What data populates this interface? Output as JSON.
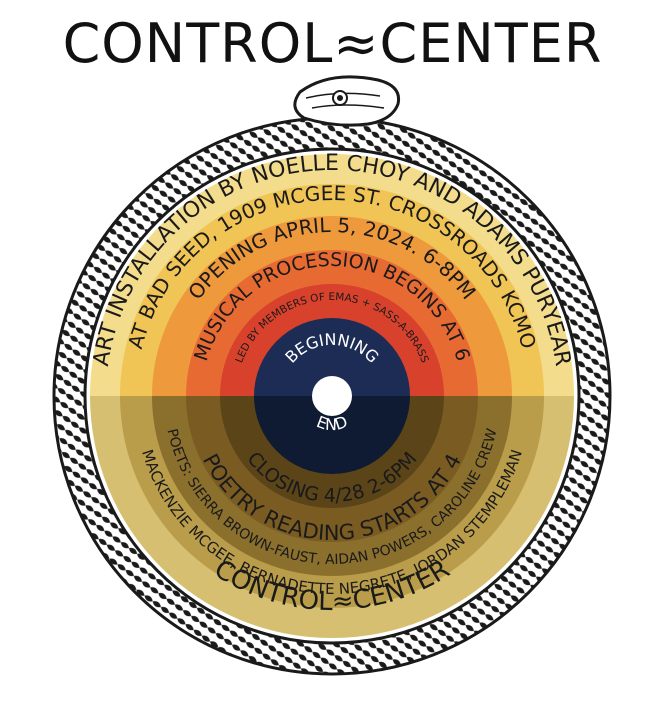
{
  "header": {
    "title": "CONTROL≈CENTER"
  },
  "top_rings": {
    "outer": "ART INSTALLATION BY NOELLE CHOY AND ADAMS PURYEAR",
    "second": "AT BAD SEED, 1909 MCGEE ST.  CROSSROADS KCMO",
    "third": "OPENING APRIL 5, 2024.  6-8PM",
    "fourth": "MUSICAL PROCESSION BEGINS AT 6",
    "fifth": "LED BY MEMBERS OF EMAS + SASS-A-BRASS",
    "center": "BEGINNING"
  },
  "bottom_rings": {
    "center": "END",
    "fifth": "CLOSING 4/28 2-6PM",
    "fourth": "POETRY READING STARTS AT 4",
    "third": "POETS: SIERRA BROWN-FAUST, AIDAN POWERS, CAROLINE CREW",
    "second": "MACKENZIE MCGEE, BERNADETTE NEGRETE, JORDAN STEMPLEMAN",
    "outer": "CONTROL≈CENTER"
  },
  "colors": {
    "ring1_top": "#f3dc8c",
    "ring2_top": "#f0c455",
    "ring3_top": "#ee9a3c",
    "ring4_top": "#e86a33",
    "ring5_top": "#d8412c",
    "center_top": "#1c2c55",
    "ring1_bottom": "#d6bf70",
    "ring2_bottom": "#ba9d4a",
    "ring3_bottom": "#8b6f2c",
    "ring4_bottom": "#7a5c22",
    "ring5_bottom": "#5b4418",
    "center_bottom": "#0f1a33",
    "snake": "#1a1a1a"
  },
  "icons": {
    "snake": "ouroboros-snake-icon",
    "hole": "center-hole-icon"
  }
}
